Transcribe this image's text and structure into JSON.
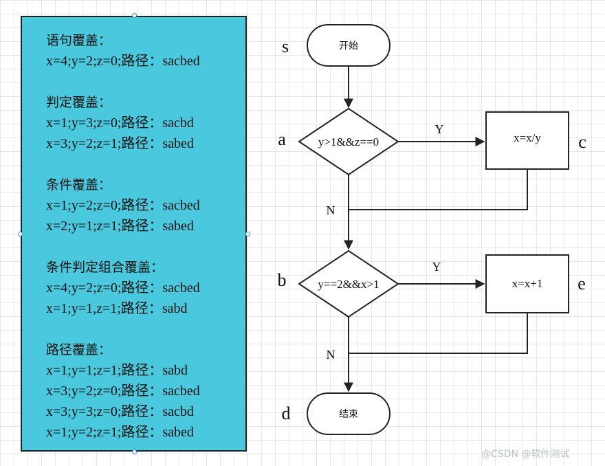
{
  "panel": {
    "groups": [
      {
        "title": "语句覆盖：",
        "lines": [
          "x=4;y=2;z=0;路径：sacbed"
        ]
      },
      {
        "title": "判定覆盖：",
        "lines": [
          "x=1;y=3;z=0;路径：sacbd",
          "x=3;y=2;z=1;路径：sabed"
        ]
      },
      {
        "title": "条件覆盖：",
        "lines": [
          "x=1;y=2;z=0;路径：sacbed",
          "x=2;y=1;z=1;路径：sabed"
        ]
      },
      {
        "title": "条件判定组合覆盖：",
        "lines": [
          "x=4;y=2;z=0;路径：sacbed",
          "x=1;y=1,z=1;路径：sabd"
        ]
      },
      {
        "title": "路径覆盖：",
        "lines": [
          "x=1;y=1;z=1;路径：sabd",
          "x=3;y=2;z=0;路径：sacbed",
          "x=3;y=3;z=0;路径：sacbd",
          "x=1;y=2;z=1;路径：sabed"
        ]
      }
    ]
  },
  "flowchart": {
    "start": {
      "label": "开始",
      "tag": "s"
    },
    "decision_a": {
      "condition": "y>1&&z==0",
      "tag": "a",
      "yes": "Y",
      "no": "N"
    },
    "process_c": {
      "expression": "x=x/y",
      "tag": "c"
    },
    "decision_b": {
      "condition": "y==2&&x>1",
      "tag": "b",
      "yes": "Y",
      "no": "N"
    },
    "process_e": {
      "expression": "x=x+1",
      "tag": "e"
    },
    "end": {
      "label": "结束",
      "tag": "d"
    }
  },
  "watermark": "@CSDN @软件测试"
}
